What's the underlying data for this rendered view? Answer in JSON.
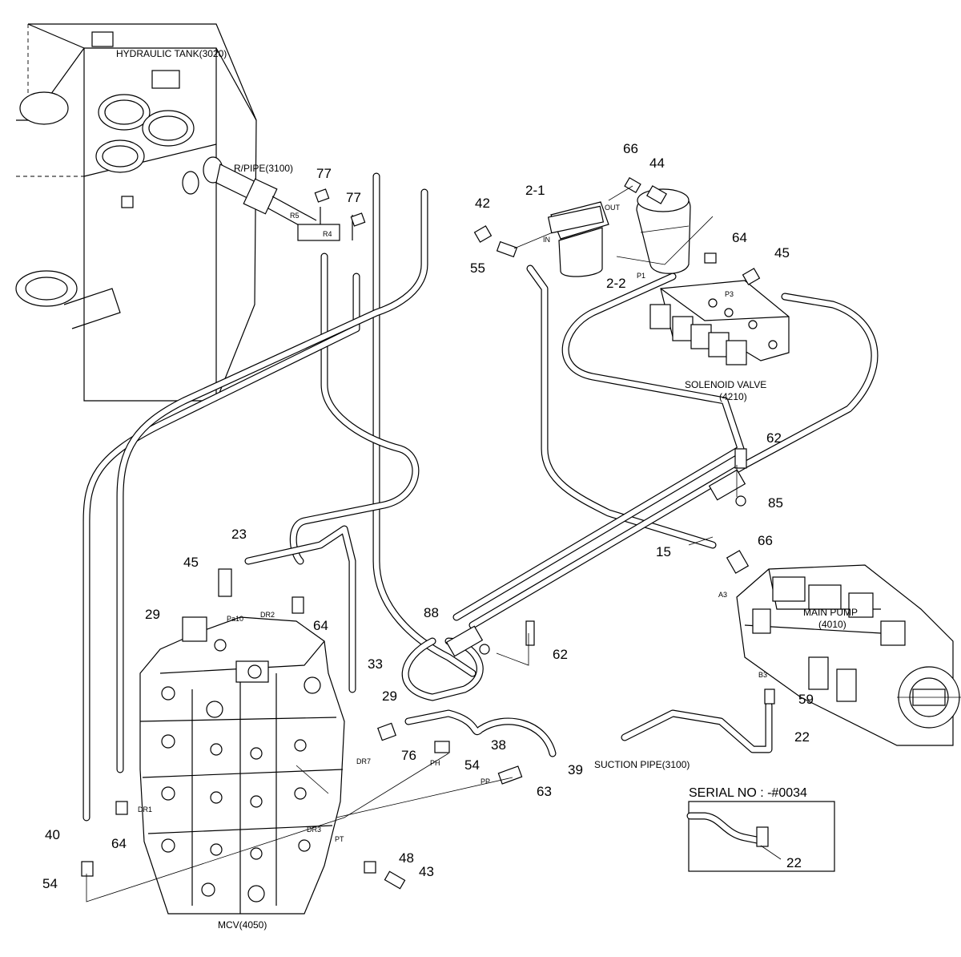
{
  "components": {
    "hydraulic_tank": "HYDRAULIC TANK(3020)",
    "return_pipe": "R/PIPE(3100)",
    "solenoid_valve_line1": "SOLENOID VALVE",
    "solenoid_valve_line2": "(4210)",
    "main_pump_line1": "MAIN PUMP",
    "main_pump_line2": "(4010)",
    "suction_pipe": "SUCTION PIPE(3100)",
    "mcv": "MCV(4050)"
  },
  "ports": {
    "r5": "R5",
    "r4": "R4",
    "in": "IN",
    "out": "OUT",
    "p1": "P1",
    "p3": "P3",
    "a3": "A3",
    "b3": "B3",
    "dr2": "DR2",
    "pa10": "Pa10",
    "dr7": "DR7",
    "ph": "PH",
    "pp": "PP",
    "dr1": "DR1",
    "dr3": "DR3",
    "pt": "PT"
  },
  "callouts": {
    "c77a": "77",
    "c77b": "77",
    "c66a": "66",
    "c44": "44",
    "c2_1": "2-1",
    "c42": "42",
    "c55": "55",
    "c2_2": "2-2",
    "c64a": "64",
    "c45a": "45",
    "c62a": "62",
    "c85": "85",
    "c15": "15",
    "c66b": "66",
    "c23": "23",
    "c45b": "45",
    "c29a": "29",
    "c64b": "64",
    "c33": "33",
    "c88": "88",
    "c62b": "62",
    "c29b": "29",
    "c38": "38",
    "c76": "76",
    "c54a": "54",
    "c39": "39",
    "c59": "59",
    "c22a": "22",
    "c63": "63",
    "c40": "40",
    "c64c": "64",
    "c54b": "54",
    "c48": "48",
    "c43": "43"
  },
  "inset": {
    "title": "SERIAL NO : -#0034",
    "part": "22"
  }
}
